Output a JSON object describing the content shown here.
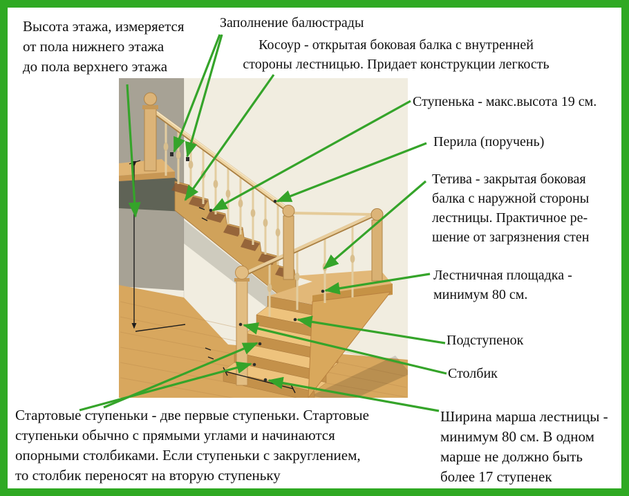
{
  "colors": {
    "border": "#2fa923",
    "arrow": "#35a42a",
    "ink": "#101010",
    "gray_wall": "#a7a295",
    "cream_wall": "#f1ede0",
    "wood": "#d0a25a",
    "floor": "#d8a75e"
  },
  "annotations": {
    "vysota": "Высота этажа, измеряется\nот пола нижнего этажа\nдо пола верхнего этажа",
    "zapolnenie": "Заполнение балюстрады",
    "kosour": "Косоур - открытая боковая балка с внутренней\nстороны лестницью. Придает конструкции легкость",
    "stupenka": "Ступенька - макс.высота 19 см.",
    "perila": "Перила (поручень)",
    "tetiva": "Тетива - закрытая боковая\nбалка с наружной стороны\nлестницы. Практичное ре-\nшение от загрязнения стен",
    "ploshchadka": "Лестничная площадка -\nминимум 80 см.",
    "podstupenok": "Подступенок",
    "stolbik": "Столбик",
    "startovye": "Стартовые ступеньки - две первые ступеньки. Стартовые\nступеньки обычно с прямыми углами и начинаются\nопорными столбиками. Если ступеньки с закруглением,\nто столбик переносят на вторую ступеньку",
    "shirina": "Ширина марша лестницы -\nминимум 80 см. В одном\nмарше не должно быть\nболее 17 ступенек"
  }
}
